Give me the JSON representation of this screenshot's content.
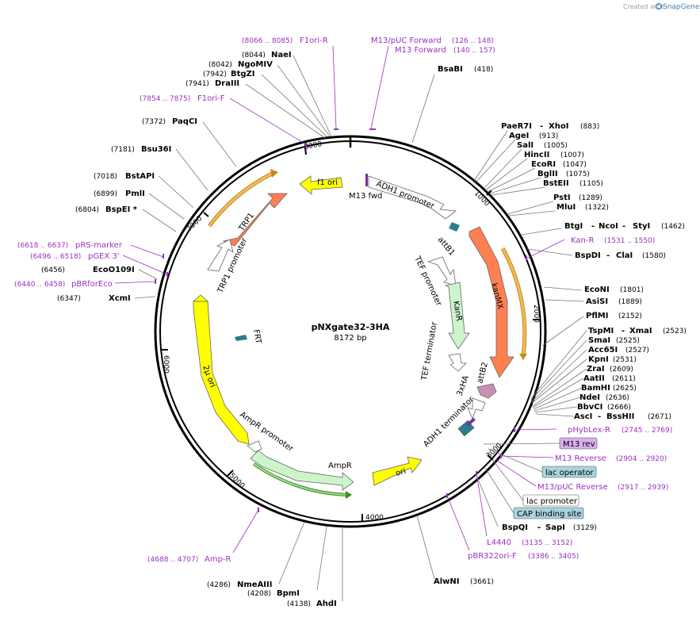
{
  "header": {
    "created_by": "Created with",
    "brand": "SnapGene"
  },
  "plasmid": {
    "name": "pNXgate32-3HA",
    "length_label": "8172 bp"
  },
  "ticks": [
    "1000",
    "2000",
    "3000",
    "4000",
    "5000",
    "6000",
    "7000",
    "8000"
  ],
  "enzymes": [
    {
      "name": "BsaBI",
      "pos": "(418)"
    },
    {
      "name": "PaeR7I",
      "pos": ""
    },
    {
      "name": "XhoI",
      "pos": "(883)"
    },
    {
      "name": "AgeI",
      "pos": "(913)"
    },
    {
      "name": "SalI",
      "pos": "(1005)"
    },
    {
      "name": "HincII",
      "pos": "(1007)"
    },
    {
      "name": "EcoRI",
      "pos": "(1047)"
    },
    {
      "name": "BglII",
      "pos": "(1075)"
    },
    {
      "name": "BstEII",
      "pos": "(1105)"
    },
    {
      "name": "PstI",
      "pos": "(1289)"
    },
    {
      "name": "MluI",
      "pos": "(1322)"
    },
    {
      "name": "BtgI",
      "pos": ""
    },
    {
      "name": "NcoI",
      "pos": ""
    },
    {
      "name": "StyI",
      "pos": "(1462)"
    },
    {
      "name": "BspDI",
      "pos": ""
    },
    {
      "name": "ClaI",
      "pos": "(1580)"
    },
    {
      "name": "EcoNI",
      "pos": "(1801)"
    },
    {
      "name": "AsiSI",
      "pos": "(1889)"
    },
    {
      "name": "PflMI",
      "pos": "(2152)"
    },
    {
      "name": "TspMI",
      "pos": ""
    },
    {
      "name": "XmaI",
      "pos": "(2523)"
    },
    {
      "name": "SmaI",
      "pos": "(2525)"
    },
    {
      "name": "Acc65I",
      "pos": "(2527)"
    },
    {
      "name": "KpnI",
      "pos": "(2531)"
    },
    {
      "name": "ZraI",
      "pos": "(2609)"
    },
    {
      "name": "AatII",
      "pos": "(2611)"
    },
    {
      "name": "BamHI",
      "pos": "(2625)"
    },
    {
      "name": "NdeI",
      "pos": "(2636)"
    },
    {
      "name": "BbvCI",
      "pos": "(2666)"
    },
    {
      "name": "AscI",
      "pos": ""
    },
    {
      "name": "BssHII",
      "pos": "(2671)"
    },
    {
      "name": "BspQI",
      "pos": ""
    },
    {
      "name": "SapI",
      "pos": "(3129)"
    },
    {
      "name": "AlwNI",
      "pos": "(3661)"
    },
    {
      "name": "AhdI",
      "pos": "(4138)"
    },
    {
      "name": "BpmI",
      "pos": "(4208)"
    },
    {
      "name": "NmeAIII",
      "pos": "(4286)"
    },
    {
      "name": "XcmI",
      "pos": "(6347)"
    },
    {
      "name": "EcoO109I",
      "pos": "(6456)"
    },
    {
      "name": "BspEI *",
      "pos": "(6804)"
    },
    {
      "name": "PmlI",
      "pos": "(6899)"
    },
    {
      "name": "BstAPI",
      "pos": "(7018)"
    },
    {
      "name": "Bsu36I",
      "pos": "(7181)"
    },
    {
      "name": "PaqCI",
      "pos": "(7372)"
    },
    {
      "name": "DraIII",
      "pos": "(7941)"
    },
    {
      "name": "BtgZI",
      "pos": "(7942)"
    },
    {
      "name": "NgoMIV",
      "pos": "(8042)"
    },
    {
      "name": "NaeI",
      "pos": "(8044)"
    }
  ],
  "primers": [
    {
      "name": "F1ori-R",
      "pos": "(8066 .. 8085)"
    },
    {
      "name": "M13/pUC Forward",
      "pos": "(126 .. 148)"
    },
    {
      "name": "M13 Forward",
      "pos": "(140 .. 157)"
    },
    {
      "name": "F1ori-F",
      "pos": "(7854 .. 7875)"
    },
    {
      "name": "Kan-R",
      "pos": "(1531 .. 1550)"
    },
    {
      "name": "pRS-marker",
      "pos": "(6618 .. 6637)"
    },
    {
      "name": "pGEX 3'",
      "pos": "(6496 .. 6518)"
    },
    {
      "name": "pBRforEco",
      "pos": "(6440 .. 6458)"
    },
    {
      "name": "pHybLex-R",
      "pos": "(2745 .. 2769)"
    },
    {
      "name": "M13 Reverse",
      "pos": "(2904 .. 2920)"
    },
    {
      "name": "M13/pUC Reverse",
      "pos": "(2917 .. 2939)"
    },
    {
      "name": "L4440",
      "pos": "(3135 .. 3152)"
    },
    {
      "name": "pBR322ori-F",
      "pos": "(3386 .. 3405)"
    },
    {
      "name": "Amp-R",
      "pos": "(4688 .. 4707)"
    }
  ],
  "boxes": [
    "M13 rev",
    "lac operator",
    "lac promoter",
    "CAP binding site"
  ],
  "features": [
    "f1 ori",
    "M13 fwd",
    "ADH1 promoter",
    "attB1",
    "kanMX",
    "TEF promoter",
    "KanR",
    "TEF terminator",
    "attB2",
    "3xHA",
    "ADH1 terminator",
    "ori",
    "AmpR",
    "AmpR promoter",
    "2μ ori",
    "FRT",
    "TRP1",
    "TRP1 promoter"
  ],
  "colors": {
    "enzyme_text": "#000000",
    "primer": "#9b30c0",
    "f1ori": "#ffff00",
    "kanmx": "#ff7f50",
    "trp1": "#ff7f50",
    "kanr": "#ccf5cc",
    "ampr": "#ccf5cc",
    "ori": "#ffff00",
    "two_micron": "#ffff00",
    "orf": "#f0a030",
    "orf_green": "#3a8a22",
    "box_purple": "#d8b0ea",
    "box_teal": "#a8d4dc",
    "promoter": "#ffffff"
  }
}
